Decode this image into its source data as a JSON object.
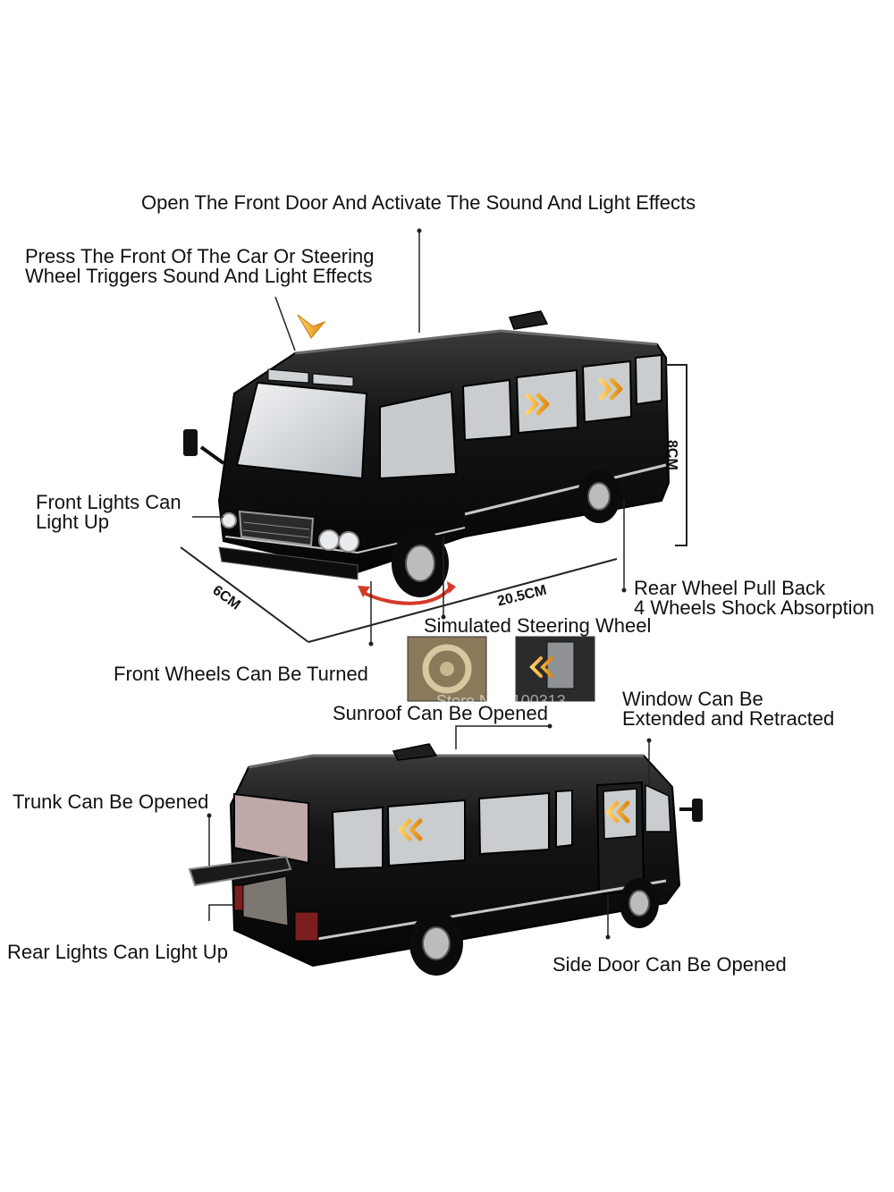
{
  "annotations": {
    "front_door": "Open The Front Door And Activate The Sound And Light Effects",
    "press_front_1": "Press The Front Of The Car Or Steering",
    "press_front_2": "Wheel Triggers Sound And Light Effects",
    "front_lights_1": "Front Lights Can",
    "front_lights_2": "Light Up",
    "rear_wheel_1": "Rear Wheel Pull Back",
    "rear_wheel_2": "4 Wheels Shock Absorption",
    "steering": "Simulated Steering Wheel",
    "front_wheels": "Front Wheels Can Be Turned",
    "sunroof": "Sunroof Can Be Opened",
    "window_1": "Window Can Be",
    "window_2": "Extended and Retracted",
    "trunk": "Trunk Can Be Opened",
    "rear_lights": "Rear Lights Can Light Up",
    "side_door": "Side Door Can Be Opened"
  },
  "dimensions": {
    "height": "8CM",
    "width": "6CM",
    "length": "20.5CM"
  },
  "watermark": "Store No.1100313",
  "colors": {
    "body": "#151515",
    "accent_arrow": "#f0a020",
    "chrome": "#c8c8c8",
    "glass": "#d9dde0",
    "rotation_arrow": "#d63a2a"
  }
}
